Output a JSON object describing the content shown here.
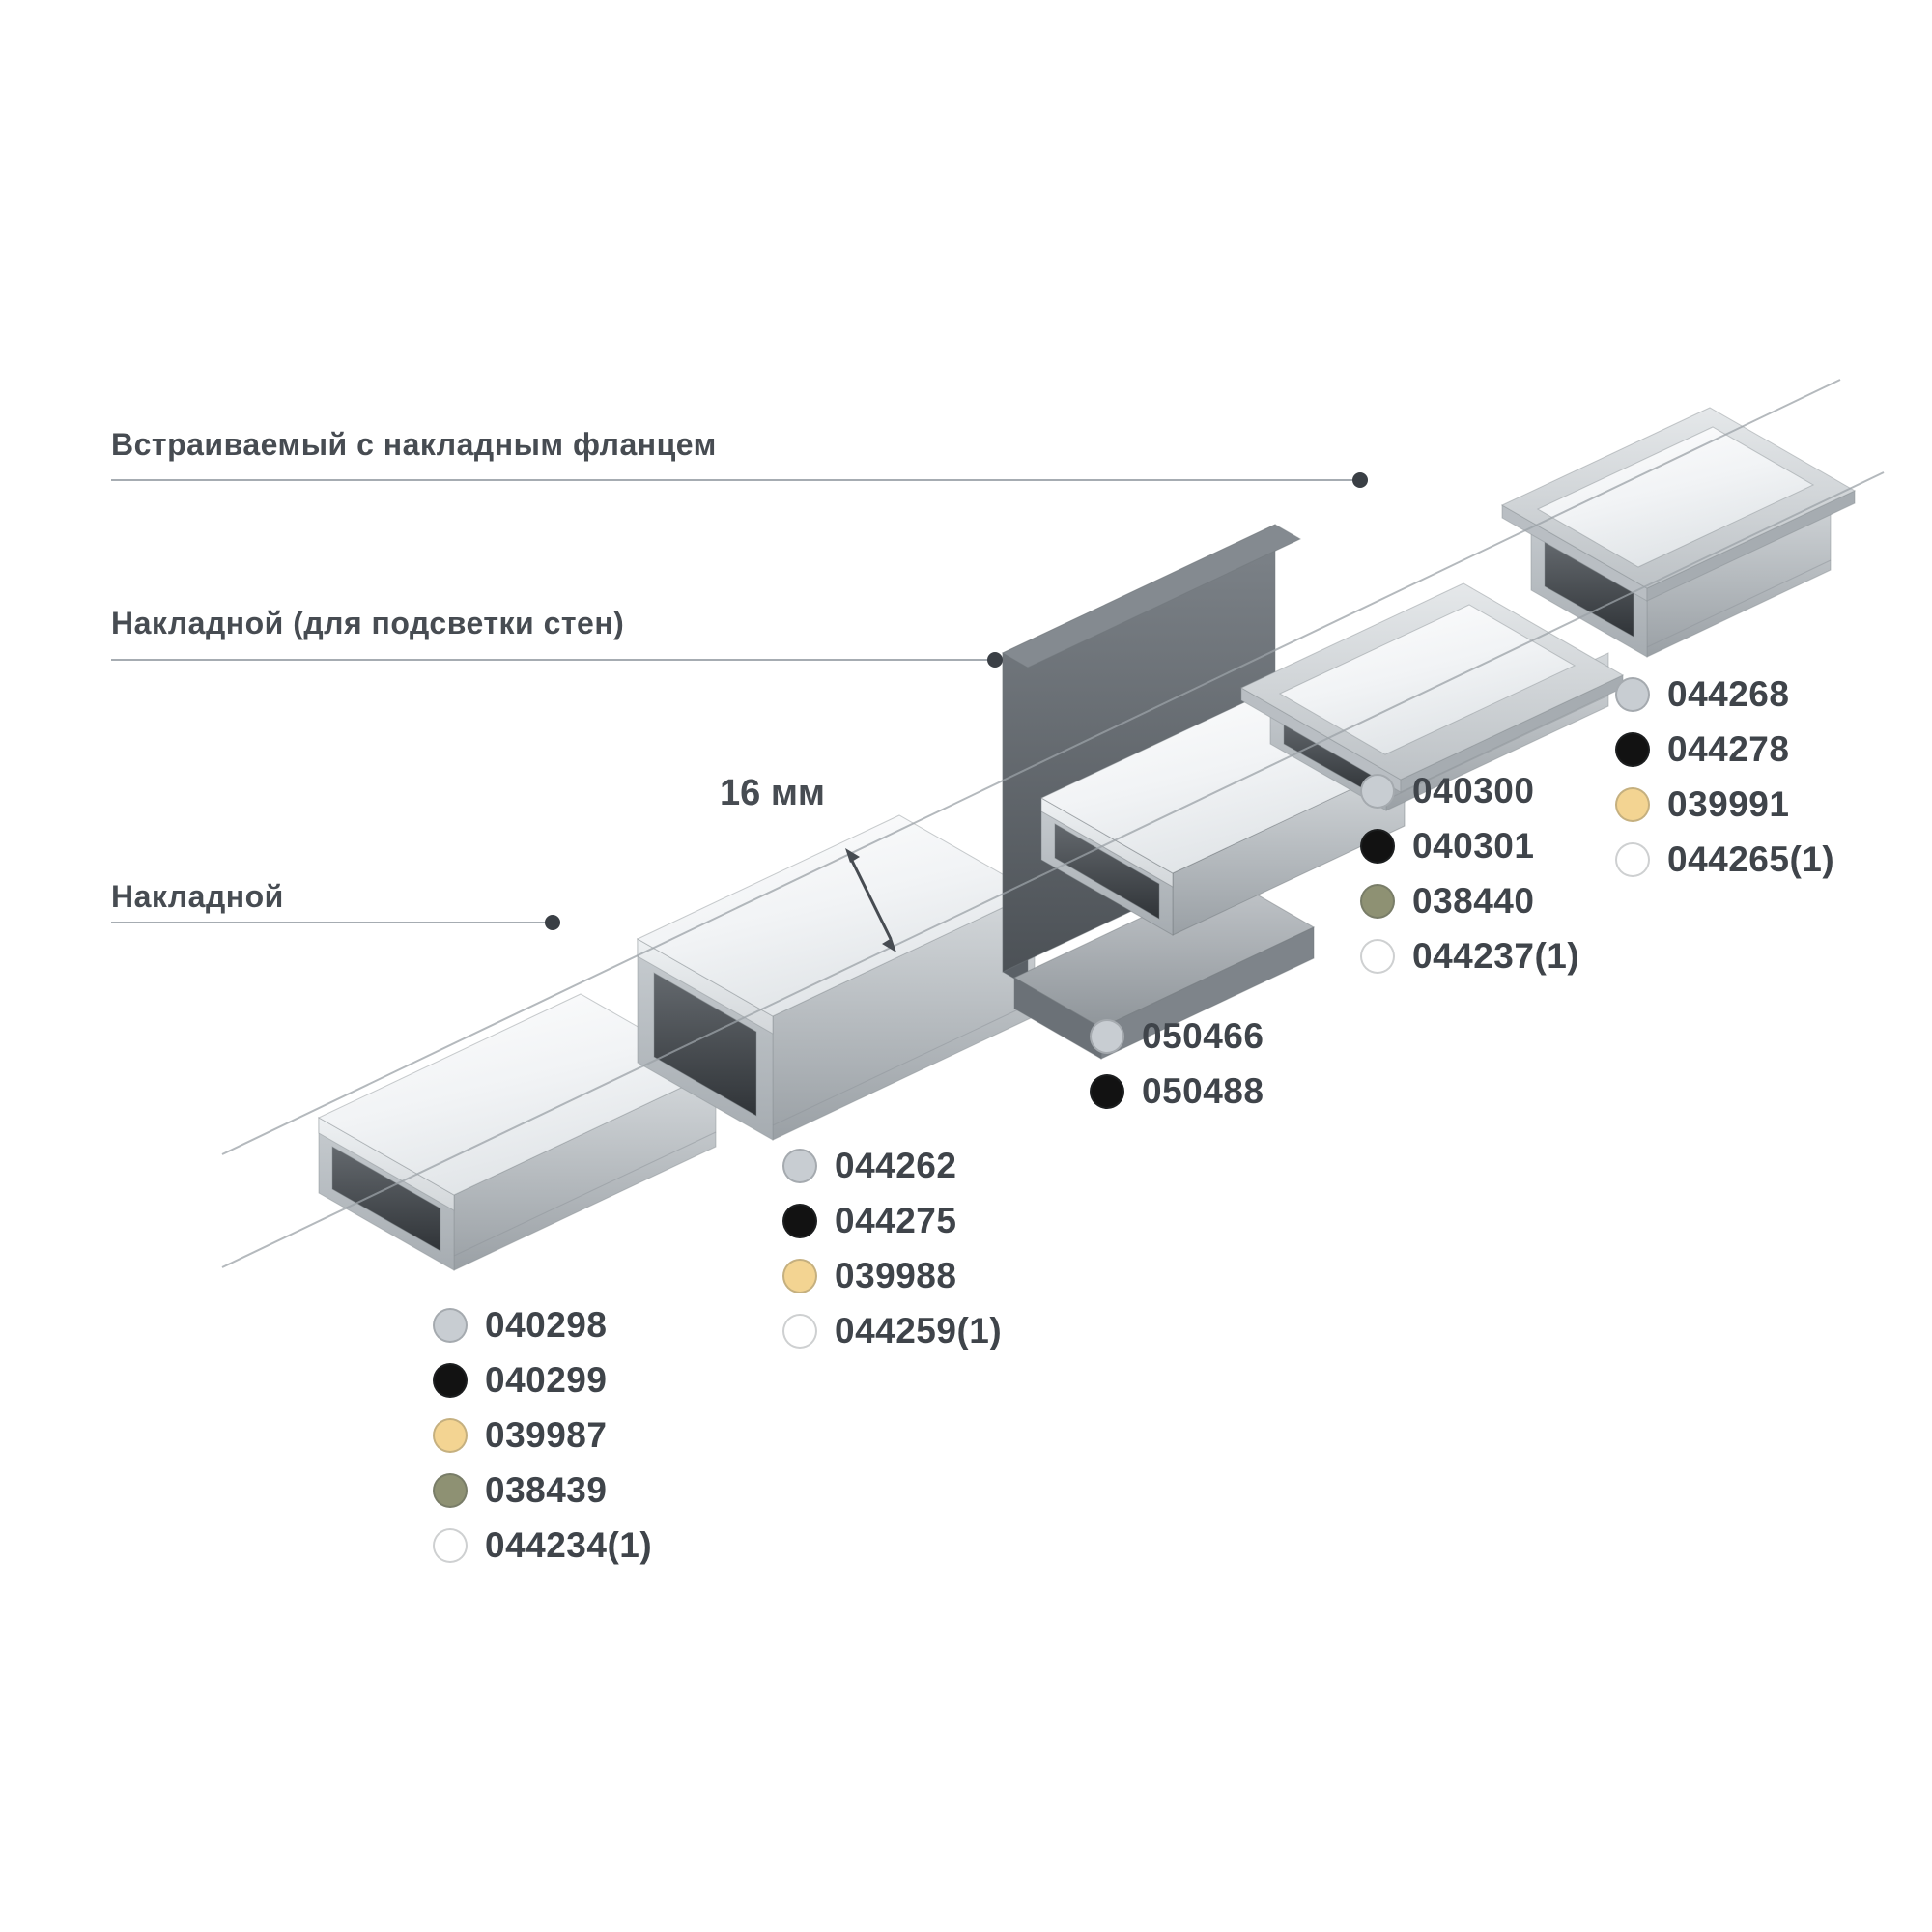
{
  "labels": {
    "recessed_flange": "Встраиваемый с накладным фланцем",
    "surface_wall": "Накладной (для подсветки стен)",
    "surface": "Накладной"
  },
  "dimension": {
    "label": "16 мм"
  },
  "finish_colors": {
    "silver": "#C8CDD2",
    "black": "#121212",
    "gold": "#F3D492",
    "olive": "#8E9173",
    "white": "#FFFFFF"
  },
  "groups": [
    {
      "category": "Накладной",
      "items": [
        {
          "code": "040298",
          "dot": "#C8CDD2"
        },
        {
          "code": "040299",
          "dot": "#121212"
        },
        {
          "code": "039987",
          "dot": "#F3D492"
        },
        {
          "code": "038439",
          "dot": "#8E9173"
        },
        {
          "code": "044234(1)",
          "dot": "#FFFFFF"
        }
      ]
    },
    {
      "category": "Накладной",
      "items": [
        {
          "code": "044262",
          "dot": "#C8CDD2"
        },
        {
          "code": "044275",
          "dot": "#121212"
        },
        {
          "code": "039988",
          "dot": "#F3D492"
        },
        {
          "code": "044259(1)",
          "dot": "#FFFFFF"
        }
      ]
    },
    {
      "category": "Накладной (для подсветки стен)",
      "items": [
        {
          "code": "050466",
          "dot": "#C8CDD2"
        },
        {
          "code": "050488",
          "dot": "#121212"
        }
      ]
    },
    {
      "category": "Встраиваемый с накладным фланцем",
      "items": [
        {
          "code": "040300",
          "dot": "#C8CDD2"
        },
        {
          "code": "040301",
          "dot": "#121212"
        },
        {
          "code": "038440",
          "dot": "#8E9173"
        },
        {
          "code": "044237(1)",
          "dot": "#FFFFFF"
        }
      ]
    },
    {
      "category": "Встраиваемый с накладным фланцем",
      "items": [
        {
          "code": "044268",
          "dot": "#C8CDD2"
        },
        {
          "code": "044278",
          "dot": "#121212"
        },
        {
          "code": "039991",
          "dot": "#F3D492"
        },
        {
          "code": "044265(1)",
          "dot": "#FFFFFF"
        }
      ]
    }
  ]
}
